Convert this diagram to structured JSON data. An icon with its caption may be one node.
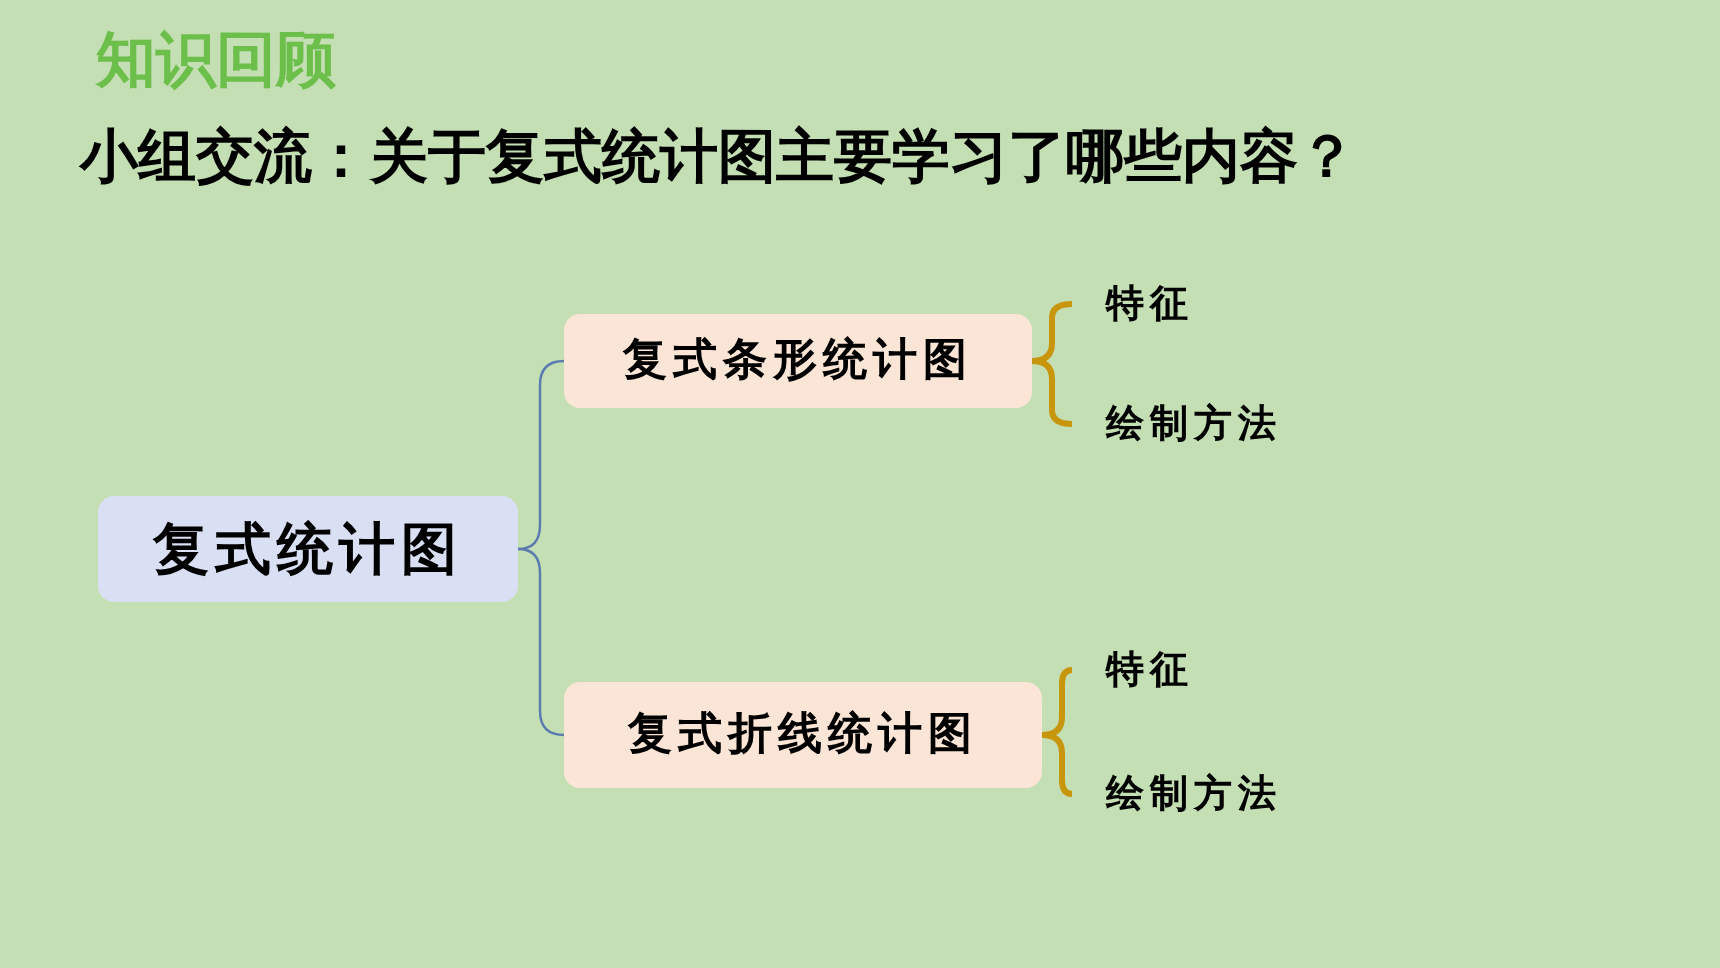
{
  "diagram": {
    "title": "知识回顾",
    "nodes": [
      {
        "text": [
          "复式统计图"
        ]
      },
      {
        "text": [
          "复式条形统计图"
        ]
      },
      {
        "text": [
          "复式折线统计图"
        ]
      },
      {
        "text": [
          "特征"
        ]
      },
      {
        "text": [
          "绘制方法"
        ]
      },
      {
        "text": [
          "特征"
        ]
      },
      {
        "text": [
          "绘制方法"
        ]
      }
    ],
    "edges": [
      {
        "from": 0,
        "to": 1,
        "arrow": "none",
        "color": "#5b7bb0"
      },
      {
        "from": 0,
        "to": 2,
        "arrow": "none",
        "color": "#5b7bb0"
      },
      {
        "from": 1,
        "to": 3,
        "arrow": "none"
      },
      {
        "from": 1,
        "to": 4,
        "arrow": "none"
      },
      {
        "from": 2,
        "to": 5,
        "arrow": "none"
      },
      {
        "from": 2,
        "to": 6,
        "arrow": "none"
      }
    ],
    "labels": [
      "小组交流：关于复式统计图主要学习了哪些内容？"
    ]
  }
}
